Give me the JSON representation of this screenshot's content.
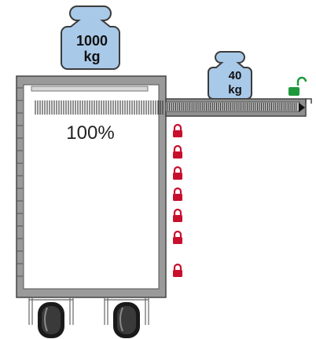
{
  "weights": {
    "large": {
      "value": "1000",
      "unit": "kg"
    },
    "small": {
      "value": "40",
      "unit": "kg"
    }
  },
  "cabinet": {
    "fill_label": "100%",
    "fill_level": 1.0
  },
  "locks": {
    "locked_count": 7,
    "unlocked_count": 1
  },
  "colors": {
    "weight_fill": "#a9c9e8",
    "cabinet_frame": "#7b7b7b",
    "rail": "#8a8a8a",
    "lock_locked": "#c8102e",
    "lock_unlocked": "#1e9a3c"
  }
}
